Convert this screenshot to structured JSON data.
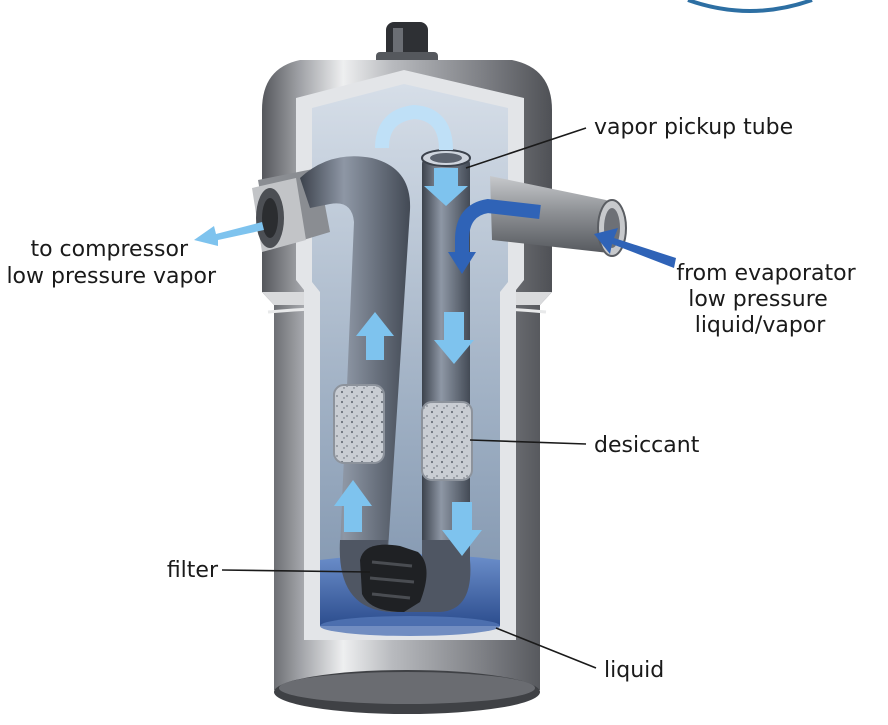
{
  "labels": {
    "vapor_pickup_tube": "vapor pickup tube",
    "to_compressor_1": "to compressor",
    "to_compressor_2": "low pressure vapor",
    "from_evaporator_1": "from evaporator",
    "from_evaporator_2": "low pressure",
    "from_evaporator_3": "liquid/vapor",
    "desiccant": "desiccant",
    "filter": "filter",
    "liquid": "liquid"
  },
  "colors": {
    "shell_dark": "#5f6166",
    "shell_light": "#d9dadc",
    "interior": "#a9b7c8",
    "liquid": "#3f63a3",
    "tube": "#5d6470",
    "arrow_light": "#7ec3ee",
    "arrow_dark": "#2f63b7",
    "logo_ring": "#2d6fa3"
  }
}
